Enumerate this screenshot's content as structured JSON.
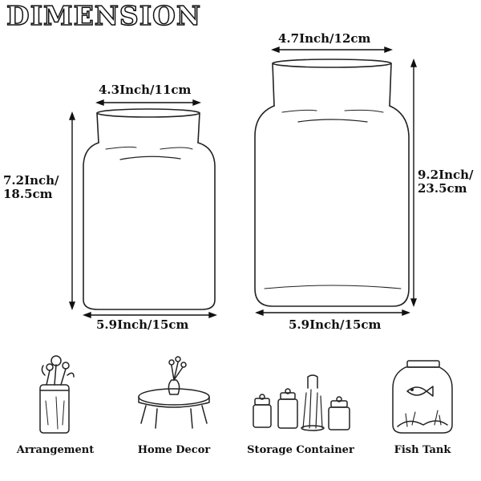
{
  "title": "DIMENSION",
  "jar_small": {
    "top_width": "4.3Inch/11cm",
    "height_line1": "7.2Inch/",
    "height_line2": "18.5cm",
    "bottom_width": "5.9Inch/15cm"
  },
  "jar_large": {
    "top_width": "4.7Inch/12cm",
    "height_line1": "9.2Inch/",
    "height_line2": "23.5cm",
    "bottom_width": "5.9Inch/15cm"
  },
  "uses": [
    {
      "label": "Arrangement",
      "icon": "flower-jar-icon"
    },
    {
      "label": "Home Decor",
      "icon": "table-vase-icon"
    },
    {
      "label": "Storage Container",
      "icon": "storage-jars-icon"
    },
    {
      "label": "Fish Tank",
      "icon": "fish-tank-icon"
    }
  ]
}
